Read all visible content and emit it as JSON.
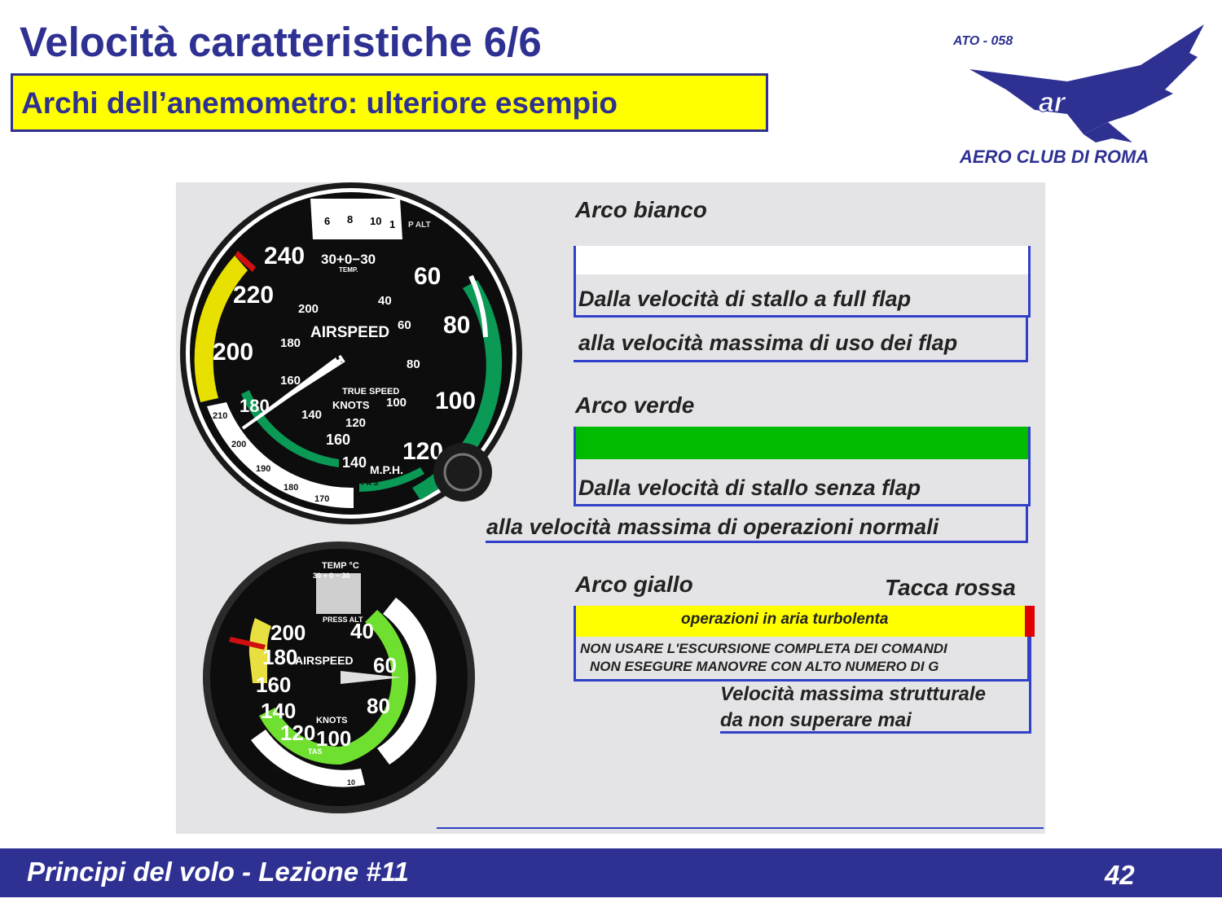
{
  "slide": {
    "title": "Velocità caratteristiche 6/6",
    "subtitle": "Archi dell’anemometro: ulteriore esempio"
  },
  "logo": {
    "code": "ATO - 058",
    "name": "AERO CLUB DI ROMA"
  },
  "figure": {
    "white_arc": {
      "heading": "Arco bianco",
      "line1": "Dalla velocità di stallo a full flap",
      "line2": "alla velocità massima di uso dei flap"
    },
    "green_arc": {
      "heading": "Arco verde",
      "line1": "Dalla velocità di stallo senza flap",
      "line2": "alla velocità massima di operazioni normali"
    },
    "yellow_arc": {
      "heading": "Arco giallo",
      "bar_text": "operazioni in aria turbolenta",
      "warning1": "NON USARE L'ESCURSIONE COMPLETA DEI COMANDI",
      "warning2": "NON ESEGURE MANOVRE CON ALTO NUMERO DI G"
    },
    "red_mark": {
      "heading": "Tacca rossa",
      "line1": "Velocità massima strutturale",
      "line2": "da non superare mai"
    },
    "colors": {
      "white": "#ffffff",
      "green": "#00bb00",
      "yellow": "#ffff00",
      "red": "#e00000",
      "frame": "#3040c8"
    },
    "gauge_top": {
      "outer_numbers": [
        "240",
        "220",
        "200",
        "60",
        "80",
        "100",
        "120"
      ],
      "inner_numbers": [
        "200",
        "180",
        "160",
        "140",
        "120",
        "100",
        "80",
        "60",
        "40"
      ],
      "white_scale": [
        "210",
        "200",
        "190",
        "180",
        "170"
      ],
      "temp_numbers": "30+0−30",
      "temp_label": "TEMP.",
      "altitude_scale": [
        "6",
        "8",
        "10",
        "1"
      ],
      "p_alt": "P ALT",
      "label_airspeed": "AIRSPEED",
      "label_true_speed": "TRUE SPEED",
      "label_knots": "KNOTS",
      "label_mph": "M.P.H.",
      "tas_letters": "T A S"
    },
    "gauge_bottom": {
      "temp_label": "TEMP °C",
      "temp_numbers": "30 + 0 − 30",
      "press_alt": "PRESS ALT",
      "numbers_left": [
        "200",
        "180",
        "160",
        "140",
        "120"
      ],
      "numbers_right": [
        "40",
        "60",
        "80",
        "100"
      ],
      "label_airspeed": "AIRSPEED",
      "label_knots": "KNOTS",
      "label_tas": "TAS",
      "small_scale": [
        "120",
        "10"
      ]
    }
  },
  "footer": {
    "course": "Principi del volo - Lezione #11",
    "page": "42"
  }
}
